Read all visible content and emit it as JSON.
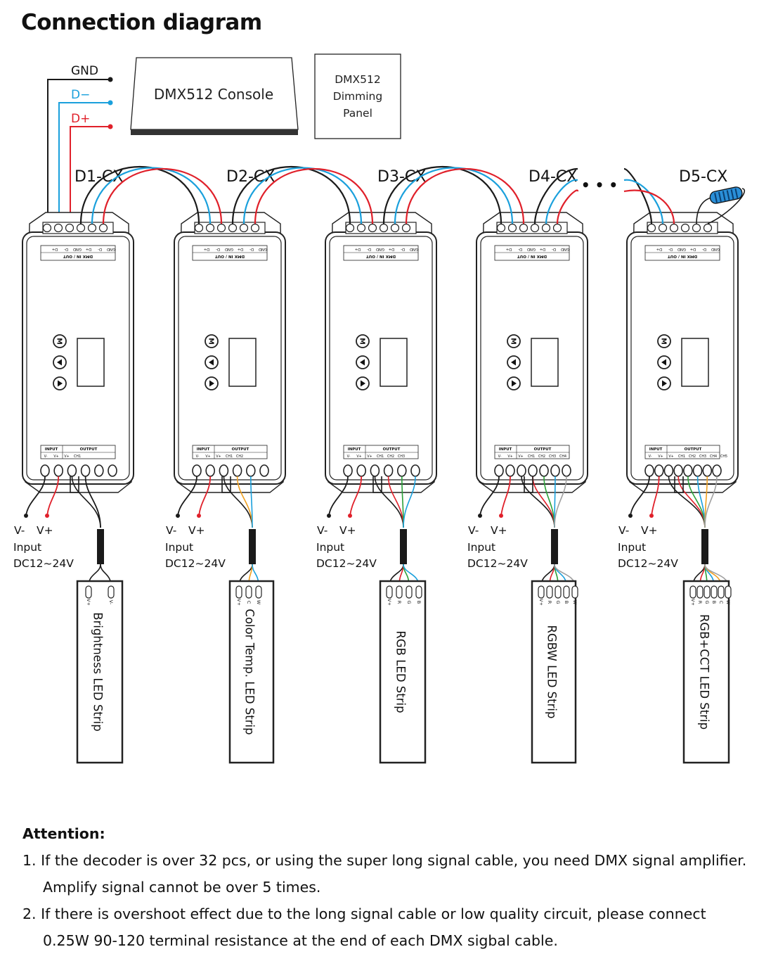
{
  "title": "Connection diagram",
  "signal_labels": {
    "gnd": "GND",
    "dminus": "D−",
    "dplus": "D+"
  },
  "console": {
    "label": "DMX512 Console"
  },
  "panel": {
    "line1": "DMX512",
    "line2": "Dimming",
    "line3": "Panel"
  },
  "decoders": [
    {
      "name": "D1-CX",
      "outputs": [
        "CH1"
      ],
      "strip_pins": [
        "V+",
        "V-"
      ],
      "strip": "Brightness LED Strip"
    },
    {
      "name": "D2-CX",
      "outputs": [
        "CH1",
        "CH2"
      ],
      "strip_pins": [
        "V+",
        "C",
        "W"
      ],
      "strip": "Color Temp. LED Strip"
    },
    {
      "name": "D3-CX",
      "outputs": [
        "CH1",
        "CH2",
        "CH3"
      ],
      "strip_pins": [
        "V+",
        "R",
        "G",
        "B"
      ],
      "strip": "RGB LED Strip"
    },
    {
      "name": "D4-CX",
      "outputs": [
        "CH1",
        "CH2",
        "CH3",
        "CH4"
      ],
      "strip_pins": [
        "V+",
        "R",
        "G",
        "B",
        "W"
      ],
      "strip": "RGBW LED Strip"
    },
    {
      "name": "D5-CX",
      "outputs": [
        "CH1",
        "CH2",
        "CH3",
        "CH4",
        "CH5"
      ],
      "strip_pins": [
        "V+",
        "R",
        "G",
        "B",
        "C",
        "W"
      ],
      "strip": "RGB+CCT LED Strip"
    }
  ],
  "decoder_labels": {
    "dmx_terminals": [
      "GND",
      "D-",
      "D+",
      "GND",
      "D-",
      "D+"
    ],
    "dmx_header": "DMX IN / OUT",
    "input_header": "INPUT",
    "output_header": "OUTPUT",
    "input_terms": [
      "V-",
      "V+"
    ],
    "output_vplus": "V+",
    "btn_m": "M"
  },
  "power": {
    "vminus": "V-",
    "vplus": "V+",
    "input": "Input",
    "voltage": "DC12~24V"
  },
  "ellipsis": "• • •",
  "attention": {
    "heading": "Attention:",
    "line1": "1. If the decoder is over 32 pcs, or using the super long signal cable, you need DMX signal amplifier.",
    "line2": "Amplify signal cannot be over 5 times.",
    "line3": "2. If there is overshoot effect due to the long signal cable or low quality circuit, please connect",
    "line4": "0.25W 90-120 terminal resistance at the end of each DMX sigbal cable."
  },
  "colors": {
    "black": "#1a1a1a",
    "blue": "#1aa0dc",
    "red": "#e0202a",
    "green": "#2aa038",
    "orange": "#f0a020",
    "grey": "#a0a0a0"
  }
}
